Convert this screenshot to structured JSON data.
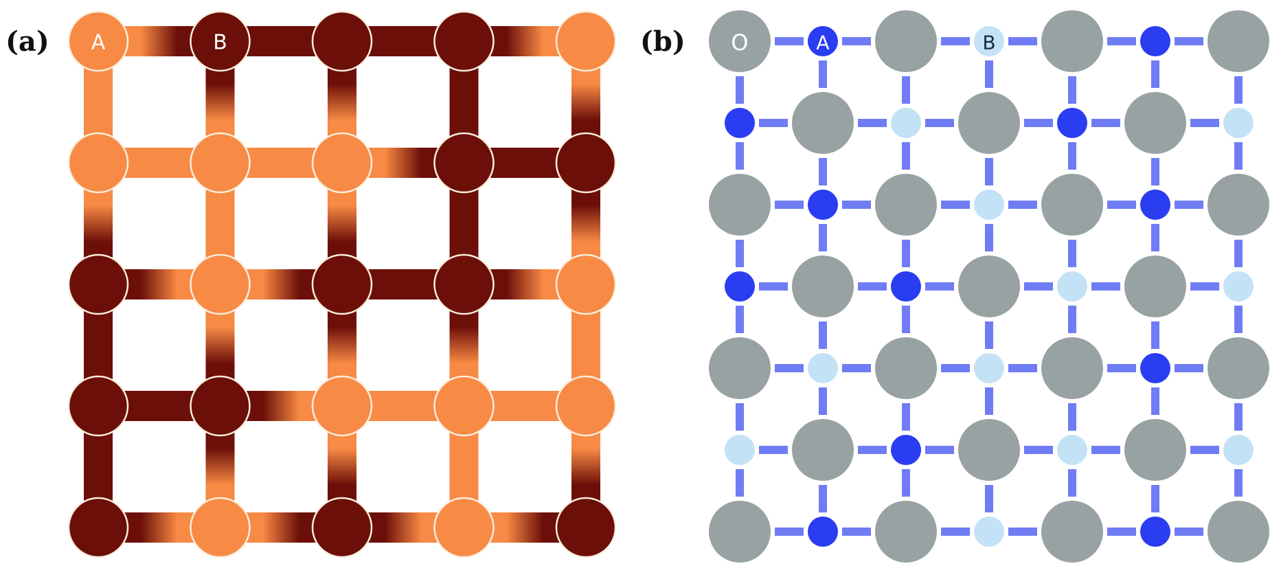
{
  "panel_a": {
    "label": "(a)",
    "colors": {
      "O": "#f78a45",
      "D": "#6c0f09"
    },
    "grid": [
      [
        "O",
        "D",
        "D",
        "D",
        "O"
      ],
      [
        "O",
        "O",
        "O",
        "D",
        "D"
      ],
      [
        "D",
        "O",
        "D",
        "D",
        "O"
      ],
      [
        "D",
        "D",
        "O",
        "O",
        "O"
      ],
      [
        "D",
        "O",
        "D",
        "O",
        "D"
      ]
    ],
    "node_labels": [
      {
        "row": 0,
        "col": 0,
        "text": "A"
      },
      {
        "row": 0,
        "col": 1,
        "text": "B"
      }
    ]
  },
  "panel_b": {
    "label": "(b)",
    "colors": {
      "G": "#98a2a2",
      "D": "#2a3df0",
      "L": "#c3e2f6",
      "bond": "#6f7cf4"
    },
    "grid": [
      [
        "G",
        "D",
        "G",
        "L",
        "G",
        "D",
        "G"
      ],
      [
        "D",
        "G",
        "L",
        "G",
        "D",
        "G",
        "L"
      ],
      [
        "G",
        "D",
        "G",
        "L",
        "G",
        "D",
        "G"
      ],
      [
        "D",
        "G",
        "D",
        "G",
        "L",
        "G",
        "L"
      ],
      [
        "G",
        "L",
        "G",
        "L",
        "G",
        "D",
        "G"
      ],
      [
        "L",
        "G",
        "D",
        "G",
        "L",
        "G",
        "L"
      ],
      [
        "G",
        "D",
        "G",
        "L",
        "G",
        "D",
        "G"
      ]
    ],
    "node_labels": [
      {
        "row": 0,
        "col": 0,
        "text": "O"
      },
      {
        "row": 0,
        "col": 1,
        "text": "A"
      },
      {
        "row": 0,
        "col": 3,
        "text": "B"
      }
    ]
  }
}
